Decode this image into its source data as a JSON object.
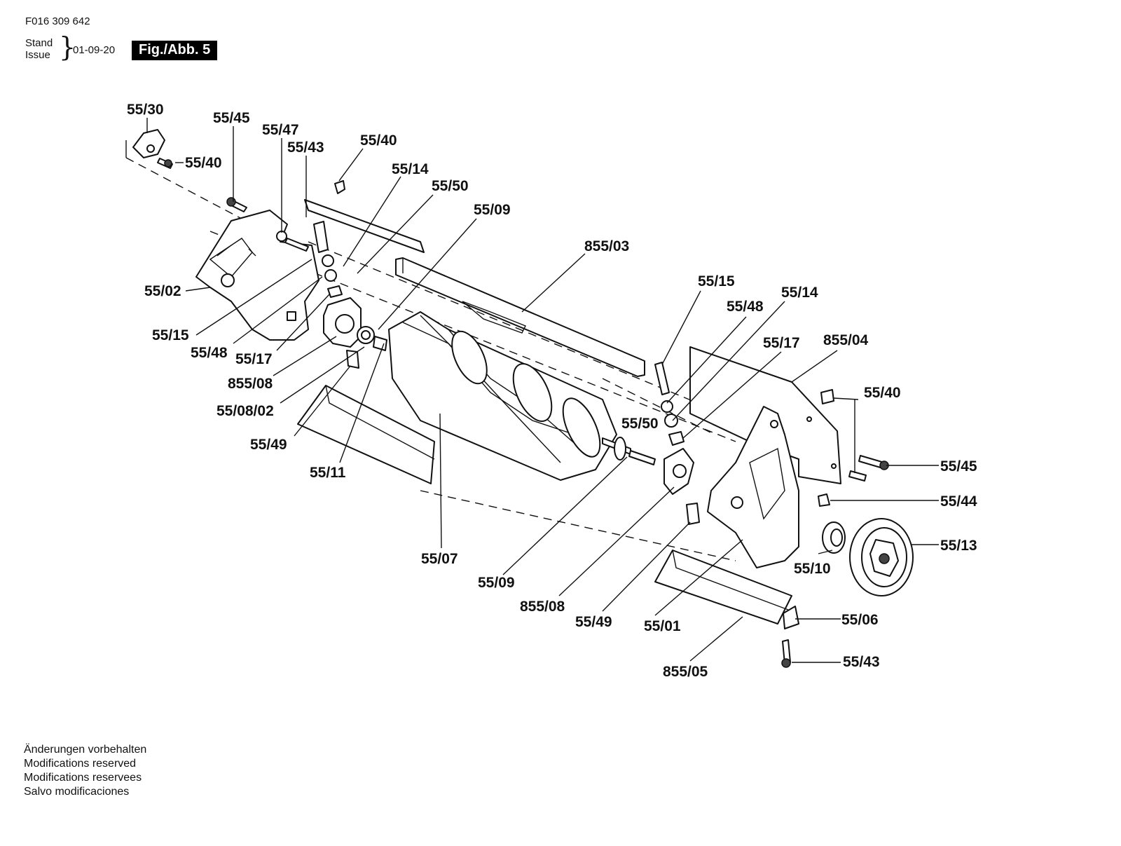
{
  "header": {
    "code": "F016 309 642",
    "stand": "Stand",
    "issue": "Issue",
    "date": "01-09-20",
    "figure": "Fig./Abb. 5"
  },
  "labels": [
    {
      "id": "55/30",
      "text": "55/30"
    },
    {
      "id": "55/45a",
      "text": "55/45"
    },
    {
      "id": "55/47",
      "text": "55/47"
    },
    {
      "id": "55/43a",
      "text": "55/43"
    },
    {
      "id": "55/40a",
      "text": "55/40"
    },
    {
      "id": "55/40b",
      "text": "55/40"
    },
    {
      "id": "55/14a",
      "text": "55/14"
    },
    {
      "id": "55/50a",
      "text": "55/50"
    },
    {
      "id": "55/09a",
      "text": "55/09"
    },
    {
      "id": "855/03",
      "text": "855/03"
    },
    {
      "id": "55/02",
      "text": "55/02"
    },
    {
      "id": "55/15a",
      "text": "55/15"
    },
    {
      "id": "55/48a",
      "text": "55/48"
    },
    {
      "id": "55/17a",
      "text": "55/17"
    },
    {
      "id": "855/08a",
      "text": "855/08"
    },
    {
      "id": "55/08/02",
      "text": "55/08/02"
    },
    {
      "id": "55/49a",
      "text": "55/49"
    },
    {
      "id": "55/11",
      "text": "55/11"
    },
    {
      "id": "55/07",
      "text": "55/07"
    },
    {
      "id": "55/15b",
      "text": "55/15"
    },
    {
      "id": "55/48b",
      "text": "55/48"
    },
    {
      "id": "55/14b",
      "text": "55/14"
    },
    {
      "id": "55/17b",
      "text": "55/17"
    },
    {
      "id": "855/04",
      "text": "855/04"
    },
    {
      "id": "55/40c",
      "text": "55/40"
    },
    {
      "id": "55/50b",
      "text": "55/50"
    },
    {
      "id": "55/45b",
      "text": "55/45"
    },
    {
      "id": "55/44",
      "text": "55/44"
    },
    {
      "id": "55/13",
      "text": "55/13"
    },
    {
      "id": "55/10",
      "text": "55/10"
    },
    {
      "id": "55/09b",
      "text": "55/09"
    },
    {
      "id": "855/08b",
      "text": "855/08"
    },
    {
      "id": "55/49b",
      "text": "55/49"
    },
    {
      "id": "55/01",
      "text": "55/01"
    },
    {
      "id": "55/06",
      "text": "55/06"
    },
    {
      "id": "55/43b",
      "text": "55/43"
    },
    {
      "id": "855/05",
      "text": "855/05"
    }
  ],
  "footer": [
    "Änderungen vorbehalten",
    "Modifications reserved",
    "Modifications reservees",
    "Salvo modificaciones"
  ]
}
